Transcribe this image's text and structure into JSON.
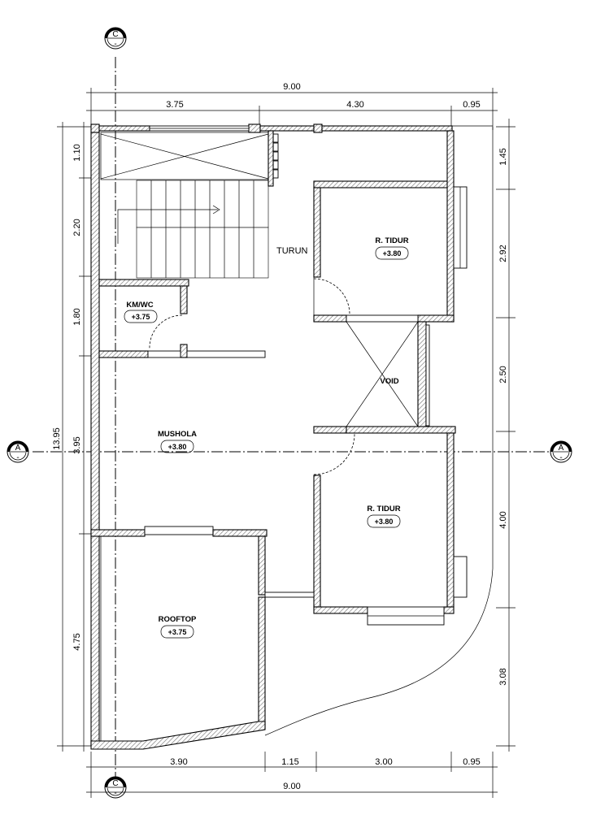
{
  "dimensions": {
    "top_total": "9.00",
    "top_segments": [
      "3.75",
      "4.30",
      "0.95"
    ],
    "bottom_segments": [
      "3.90",
      "1.15",
      "3.00",
      "0.95"
    ],
    "bottom_total": "9.00",
    "left_total": "13.95",
    "left_segments": [
      "1.10",
      "2.20",
      "1.80",
      "3.95",
      "4.75"
    ],
    "right_segments": [
      "1.45",
      "2.92",
      "2.50",
      "4.00",
      "3.08"
    ]
  },
  "section_markers": {
    "top": "C",
    "bottom": "C",
    "left": "A",
    "right": "A"
  },
  "rooms": [
    {
      "name": "KM/WC",
      "elevation": "+3.75"
    },
    {
      "name": "MUSHOLA",
      "elevation": "+3.80"
    },
    {
      "name": "R. TIDUR",
      "elevation": "+3.80"
    },
    {
      "name": "VOID",
      "elevation": ""
    },
    {
      "name": "R. TIDUR",
      "elevation": "+3.80"
    },
    {
      "name": "ROOFTOP",
      "elevation": "+3.75"
    }
  ],
  "labels": {
    "stair": "TURUN"
  }
}
